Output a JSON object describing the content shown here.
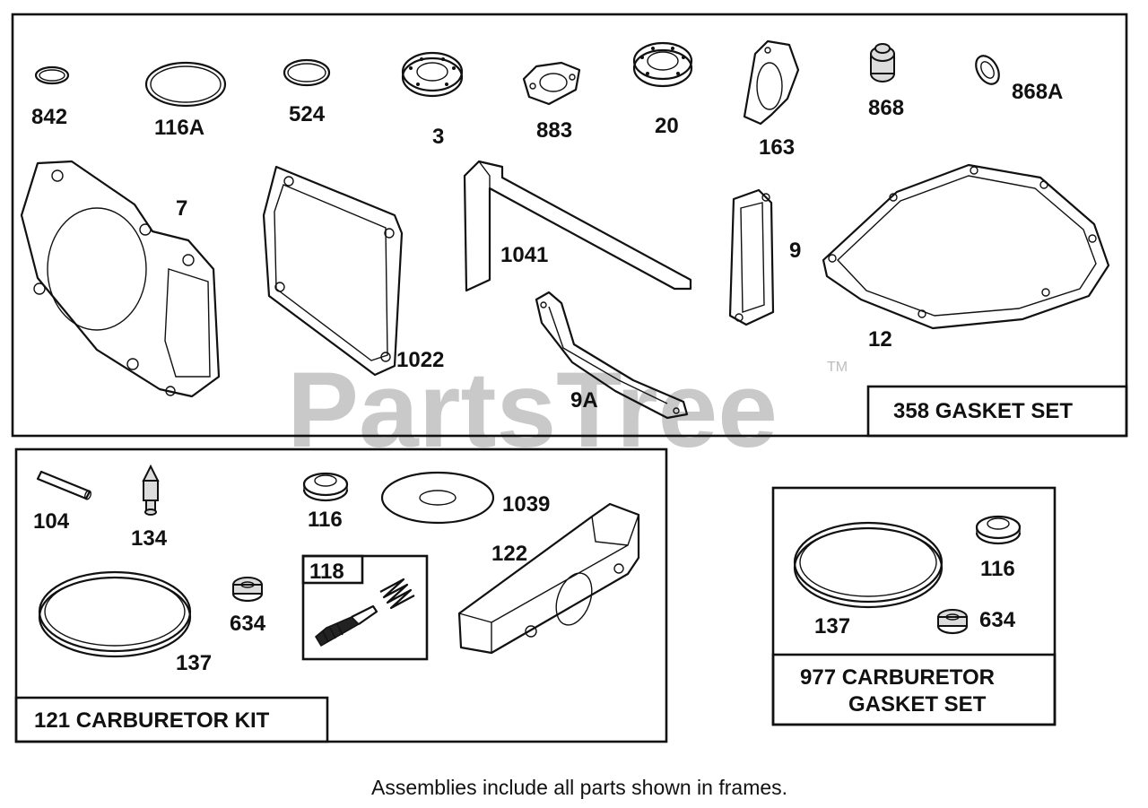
{
  "watermark": {
    "text": "PartsTree",
    "tm": "TM"
  },
  "gasket_set": {
    "title": "358 GASKET SET",
    "labels": {
      "p842": "842",
      "p116A": "116A",
      "p524": "524",
      "p3": "3",
      "p883": "883",
      "p20": "20",
      "p163": "163",
      "p868": "868",
      "p868A": "868A",
      "p7": "7",
      "p1022": "1022",
      "p1041": "1041",
      "p9": "9",
      "p9A": "9A",
      "p12": "12"
    }
  },
  "carburetor_kit": {
    "title": "121 CARBURETOR KIT",
    "labels": {
      "p104": "104",
      "p134": "134",
      "p116": "116",
      "p1039": "1039",
      "p122": "122",
      "p118": "118",
      "p634": "634",
      "p137": "137"
    }
  },
  "carb_gasket_set": {
    "title_line1": "977 CARBURETOR",
    "title_line2": "GASKET SET",
    "labels": {
      "p116": "116",
      "p137": "137",
      "p634": "634"
    }
  },
  "caption": "Assemblies include all parts shown in frames."
}
